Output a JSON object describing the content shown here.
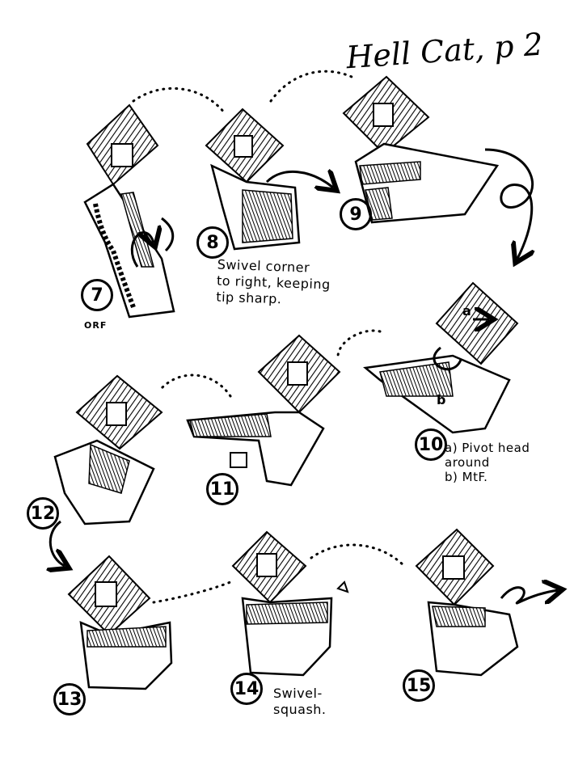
{
  "title": "Hell Cat, p 2",
  "steps": [
    {
      "number": "7",
      "label": "ORF"
    },
    {
      "number": "8",
      "label": "Swivel corner\nto right, keeping\ntip sharp."
    },
    {
      "number": "9",
      "label": ""
    },
    {
      "number": "10",
      "label": "a) Pivot head\naround\nb) MtF."
    },
    {
      "number": "11",
      "label": ""
    },
    {
      "number": "12",
      "label": ""
    },
    {
      "number": "13",
      "label": ""
    },
    {
      "number": "14",
      "label": "Swivel-\nsquash."
    },
    {
      "number": "15",
      "label": ""
    }
  ],
  "labels": {
    "a": "a",
    "b": "b"
  }
}
